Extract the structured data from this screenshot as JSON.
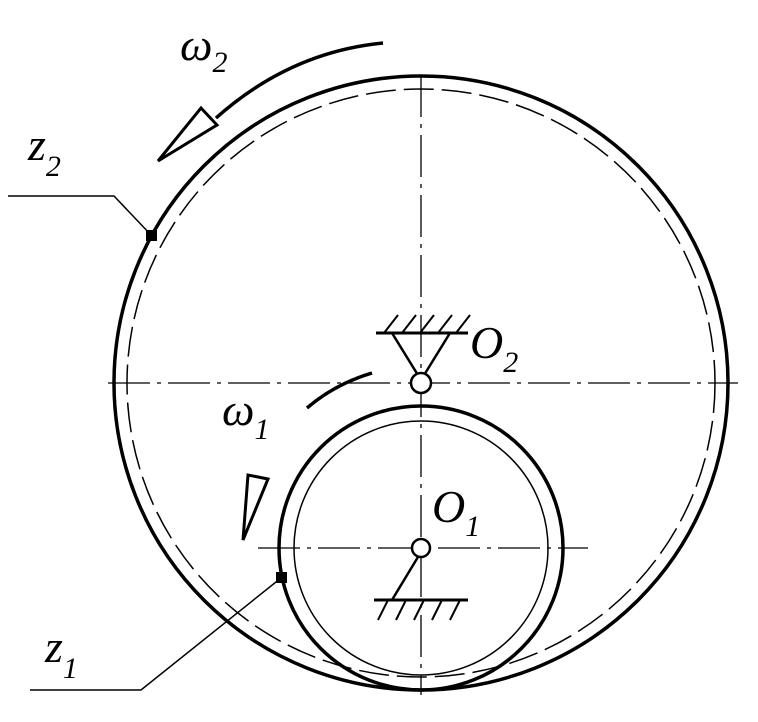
{
  "labels": {
    "omega2": {
      "base": "ω",
      "sub": "2"
    },
    "z2": {
      "base": "z",
      "sub": "2"
    },
    "O2": {
      "base": "O",
      "sub": "2"
    },
    "omega1": {
      "base": "ω",
      "sub": "1"
    },
    "O1": {
      "base": "O",
      "sub": "1"
    },
    "z1": {
      "base": "z",
      "sub": "1"
    }
  },
  "colors": {
    "ink": "#000000",
    "background": "#ffffff"
  }
}
